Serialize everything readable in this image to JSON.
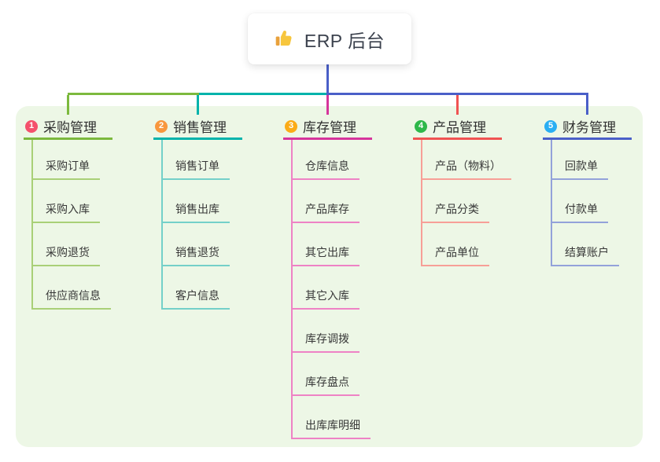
{
  "root": {
    "title": "ERP 后台",
    "icon": "thumbs-up-icon"
  },
  "branches": [
    {
      "badge": "1",
      "label": "采购管理",
      "badge_color": "#f4516c",
      "line_color": "#7cb93e",
      "light_color": "#a9d077",
      "children": [
        "采购订单",
        "采购入库",
        "采购退货",
        "供应商信息"
      ]
    },
    {
      "badge": "2",
      "label": "销售管理",
      "badge_color": "#f8973d",
      "line_color": "#00b3ab",
      "light_color": "#74d0c9",
      "children": [
        "销售订单",
        "销售出库",
        "销售退货",
        "客户信息"
      ]
    },
    {
      "badge": "3",
      "label": "库存管理",
      "badge_color": "#fbab17",
      "line_color": "#d6359c",
      "light_color": "#ee82c5",
      "children": [
        "仓库信息",
        "产品库存",
        "其它出库",
        "其它入库",
        "库存调拨",
        "库存盘点",
        "出库库明细"
      ]
    },
    {
      "badge": "4",
      "label": "产品管理",
      "badge_color": "#2eb84a",
      "line_color": "#f05352",
      "light_color": "#f79f97",
      "children": [
        "产品（物料）",
        "产品分类",
        "产品单位"
      ]
    },
    {
      "badge": "5",
      "label": "财务管理",
      "badge_color": "#29aef3",
      "line_color": "#4a5fc8",
      "light_color": "#93a2da",
      "children": [
        "回款单",
        "付款单",
        "结算账户"
      ]
    }
  ],
  "colors": {
    "canvas_bg": "#edf7e6",
    "root_line": "#4a5fc8"
  }
}
